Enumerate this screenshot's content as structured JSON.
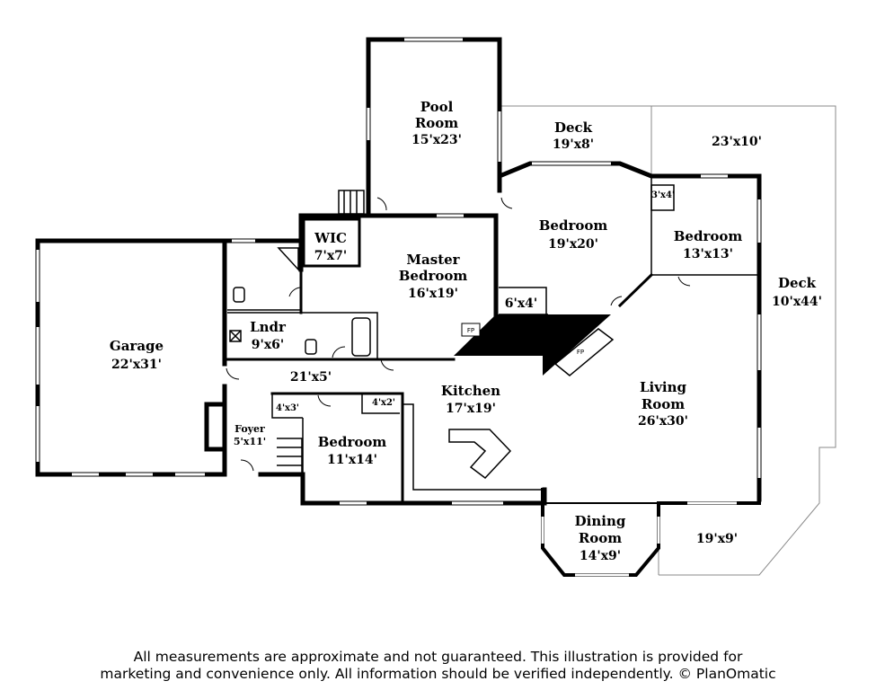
{
  "rooms": {
    "pool_room": {
      "name_line1": "Pool",
      "name_line2": "Room",
      "dims": "15'x23'"
    },
    "deck_top": {
      "name": "Deck",
      "dims": "19'x8'"
    },
    "deck_top_right": {
      "dims": "23'x10'"
    },
    "bedroom_center": {
      "name": "Bedroom",
      "dims": "19'x20'"
    },
    "bedroom_right": {
      "name": "Bedroom",
      "dims": "13'x13'"
    },
    "closet_3x4": {
      "dims": "3'x4'"
    },
    "wic": {
      "name": "WIC",
      "dims": "7'x7'"
    },
    "master_bedroom": {
      "name_line1": "Master",
      "name_line2": "Bedroom",
      "dims": "16'x19'"
    },
    "deck_right": {
      "name": "Deck",
      "dims": "10'x44'"
    },
    "closet_6x4": {
      "dims": "6'x4'"
    },
    "garage": {
      "name": "Garage",
      "dims": "22'x31'"
    },
    "laundry": {
      "name": "Lndr",
      "dims": "9'x6'"
    },
    "hall": {
      "dims": "21'x5'"
    },
    "kitchen": {
      "name": "Kitchen",
      "dims": "17'x19'"
    },
    "living_room": {
      "name_line1": "Living",
      "name_line2": "Room",
      "dims": "26'x30'"
    },
    "closet_4x3": {
      "dims": "4'x3'"
    },
    "closet_4x2": {
      "dims": "4'x2'"
    },
    "foyer": {
      "name": "Foyer",
      "dims": "5'x11'"
    },
    "bedroom_lower": {
      "name": "Bedroom",
      "dims": "11'x14'"
    },
    "dining_room": {
      "name_line1": "Dining",
      "name_line2": "Room",
      "dims": "14'x9'"
    },
    "deck_bottom_right": {
      "dims": "19'x9'"
    }
  },
  "fireplaces": {
    "left": "FP",
    "right": "FP"
  },
  "disclaimer": {
    "line1": "All measurements are approximate and not guaranteed. This illustration is provided for",
    "line2": "marketing and convenience only. All information should be verified independently. © PlanOmatic"
  }
}
